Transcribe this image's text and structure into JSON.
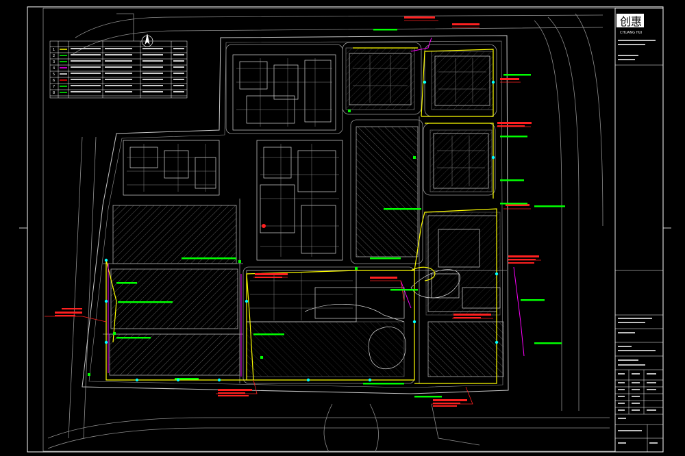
{
  "title_block": {
    "logo_text": "创惠",
    "logo_sub": "CHUANG HUI",
    "company": "",
    "rows": [
      "",
      "",
      "",
      "",
      "",
      "",
      "",
      "",
      ""
    ],
    "sheet_title": "",
    "sheet_no": ""
  },
  "legend": {
    "headers": [
      "",
      "",
      "",
      ""
    ],
    "rows": [
      {
        "no": "1",
        "color": "#ffff00",
        "name": "",
        "spec": "",
        "note": ""
      },
      {
        "no": "2",
        "color": "#00ff00",
        "name": "",
        "spec": "",
        "note": ""
      },
      {
        "no": "3",
        "color": "#00ff00",
        "name": "",
        "spec": "",
        "note": ""
      },
      {
        "no": "4",
        "color": "#ff00ff",
        "name": "",
        "spec": "",
        "note": ""
      },
      {
        "no": "5",
        "color": "#ffffff",
        "name": "",
        "spec": "",
        "note": ""
      },
      {
        "no": "6",
        "color": "#ff0000",
        "name": "",
        "spec": "",
        "note": ""
      },
      {
        "no": "7",
        "color": "#00ff00",
        "name": "",
        "spec": "",
        "note": ""
      },
      {
        "no": "8",
        "color": "#00ff00",
        "name": "",
        "spec": "",
        "note": ""
      }
    ]
  },
  "colors": {
    "background": "#000000",
    "frame": "#ffffff",
    "building": "#d0d0d0",
    "road": "#9a9a9a",
    "water_pipe": "#ffff00",
    "valve_green": "#00ff00",
    "note_red": "#ff2020",
    "drain_magenta": "#ff00ff",
    "hatch": "#8a8a8a"
  },
  "icons": {
    "compass": "north-arrow-icon",
    "valve": "valve-icon",
    "hydrant": "hydrant-icon"
  }
}
